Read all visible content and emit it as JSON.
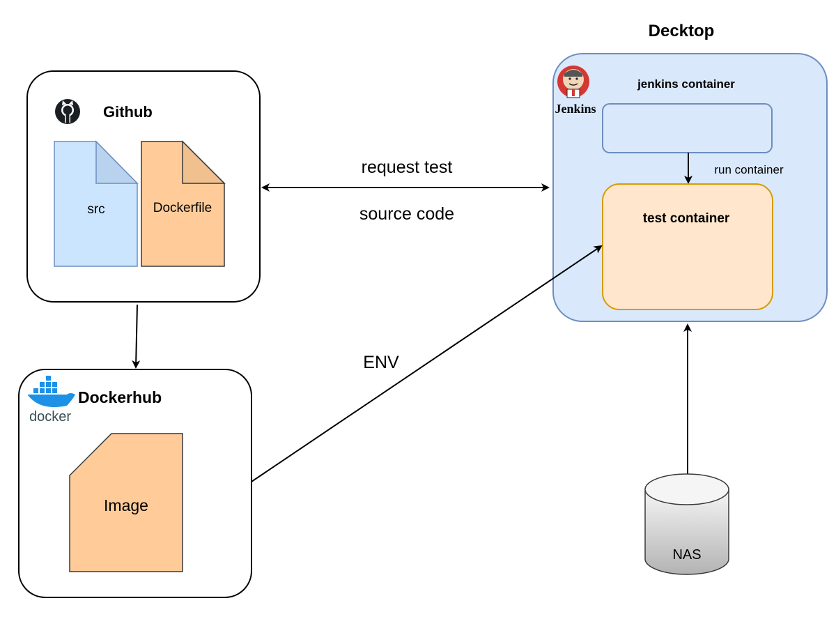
{
  "colors": {
    "stroke": "#000000",
    "desktop_fill": "#dae8fc",
    "desktop_stroke": "#6c8ebf",
    "orange_fill": "#ffcc99",
    "orange_fold": "#f0c08e",
    "test_fill": "#ffe6cc",
    "test_stroke": "#d79b00",
    "src_fill": "#cce5ff",
    "src_fold": "#b9d3ef",
    "nas_fill_top": "#f5f5f5",
    "nas_fill_bottom": "#b3b3b3",
    "docker_blue": "#1d91e6",
    "jenkins_red": "#d33833"
  },
  "icons": {
    "github": "github-icon",
    "docker": "docker-logo-icon",
    "jenkins": "jenkins-logo-icon",
    "file": "file-icon",
    "database": "database-icon"
  },
  "github": {
    "title": "Github",
    "files": [
      {
        "label": "src"
      },
      {
        "label": "Dockerfile"
      }
    ]
  },
  "dockerhub": {
    "title": "Dockerhub",
    "logo_text": "docker",
    "image_label": "Image"
  },
  "desktop": {
    "title": "Decktop",
    "jenkins_logo_text": "Jenkins",
    "jenkins_container_label": "jenkins container",
    "run_label": "run container",
    "test_container_label": "test container"
  },
  "edges": {
    "request_label": "request test",
    "source_label": "source code",
    "env_label": "ENV"
  },
  "nas": {
    "label": "NAS"
  }
}
